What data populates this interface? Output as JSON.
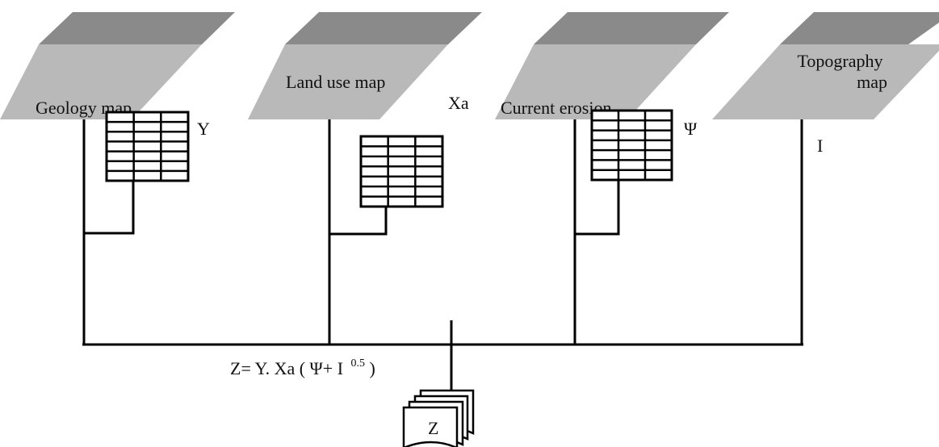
{
  "layers": [
    {
      "id": "geology",
      "label_lines": [
        "Geology map"
      ],
      "variable": "Y"
    },
    {
      "id": "landuse",
      "label_lines": [
        "Land use map"
      ],
      "variable": "Xa"
    },
    {
      "id": "erosion",
      "label_lines": [
        "Current erosion"
      ],
      "variable": "Ψ"
    },
    {
      "id": "topography",
      "label_lines": [
        "Topography",
        "map"
      ],
      "variable": "I"
    }
  ],
  "formula": {
    "prefix": "Z= Y. Xa (  Ψ+ I",
    "exponent": "0.5",
    "suffix": ")"
  },
  "output": {
    "label": "Z"
  },
  "colors": {
    "layer_face": "#b9b9b9",
    "layer_top": "#8a8a8a",
    "line": "#000000"
  }
}
